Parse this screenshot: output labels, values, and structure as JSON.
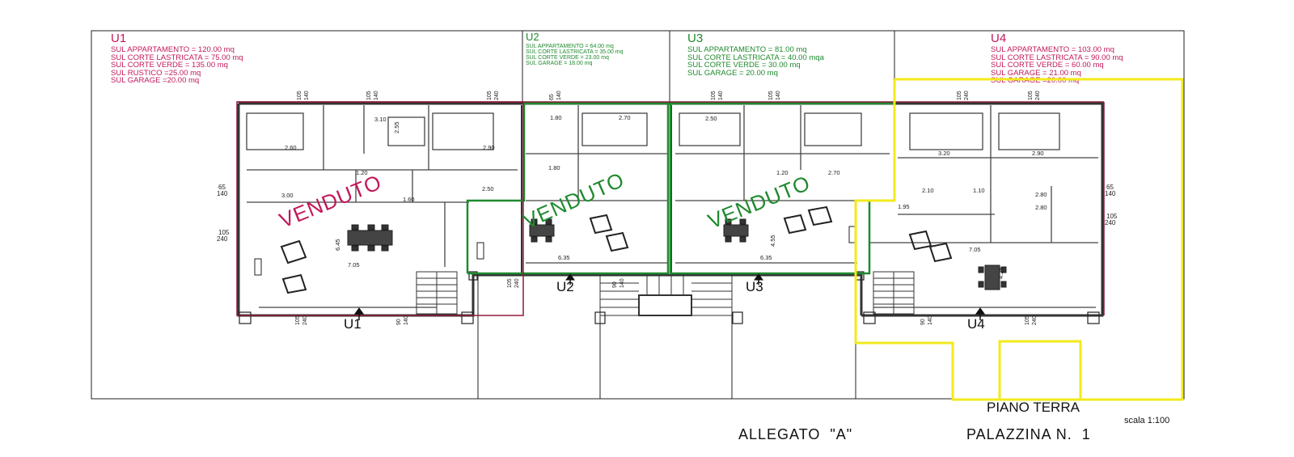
{
  "colors": {
    "sold_red": "#c2185b",
    "sold_green": "#1f8a2e",
    "highlight_yellow": "#f2ea1c",
    "line": "#333333",
    "red_outline": "#8c1d3a",
    "green_outline": "#1f8a2e"
  },
  "units": [
    {
      "id": "U1",
      "color": "#c2185b",
      "lines": [
        "SUL APPARTAMENTO = 120.00 mq",
        "SUL CORTE LASTRICATA = 75.00 mq",
        "SUL CORTE VERDE = 135.00 mq",
        "SUL RUSTICO =25.00 mq",
        "SUL GARAGE =20.00 mq"
      ],
      "sold_label": "VENDUTO",
      "entrance_label": "U1"
    },
    {
      "id": "U2",
      "color": "#1f8a2e",
      "lines": [
        "SUL APPARTAMENTO = 64.00 mq",
        "SUL CORTE LASTRICATA = 35.00 mq",
        "SUL CORTE VERDE = 23.00 mq",
        "SUL GARAGE = 18.00 mq"
      ],
      "sold_label": "VENDUTO",
      "entrance_label": "U2"
    },
    {
      "id": "U3",
      "color": "#1f8a2e",
      "lines": [
        "SUL APPARTAMENTO = 81.00 mq",
        "SUL CORTE LASTRICATA = 40.00 mqa",
        "SUL CORTE VERDE = 30.00 mq",
        "SUL GARAGE = 20.00 mq"
      ],
      "sold_label": "VENDUTO",
      "entrance_label": "U3"
    },
    {
      "id": "U4",
      "color": "#c2185b",
      "lines": [
        "SUL APPARTAMENTO = 103.00 mq",
        "SUL CORTE LASTRICATA = 90.00 mq",
        "SUL CORTE VERDE = 60.00 mq",
        "SUL GARAGE = 21.00 mq",
        "SUL GARAGE =20.00 mq"
      ],
      "entrance_label": "U4"
    }
  ],
  "dimensions": {
    "top_u1": [
      "105",
      "140",
      "105",
      "140",
      "105",
      "240"
    ],
    "top_u2": [
      "65",
      "140"
    ],
    "top_u3": [
      "105",
      "140",
      "105",
      "140"
    ],
    "top_u4": [
      "105",
      "240",
      "105",
      "240"
    ],
    "left_side": [
      "65",
      "140",
      "105",
      "240"
    ],
    "right_side": [
      "65",
      "140",
      "105",
      "240"
    ],
    "bottom_u1": [
      "105",
      "240",
      "90",
      "140"
    ],
    "bottom_mid": [
      "105",
      "240",
      "90",
      "140"
    ],
    "bottom_u4": [
      "90",
      "140",
      "105",
      "240"
    ],
    "interior": [
      "3.10",
      "2.60",
      "2.55",
      "2.90",
      "1.20",
      "3.00",
      "1.60",
      "2.50",
      "6.45",
      "7.05",
      "1.80",
      "2.70",
      "1.80",
      "6.35",
      "2.50",
      "1.20",
      "2.70",
      "6.35",
      "4.55",
      "3.20",
      "2.90",
      "2.10",
      "1.10",
      "2.80",
      "2.80",
      "1.95",
      "7.05",
      "4.25"
    ]
  },
  "footer": {
    "plan_title": "PIANO TERRA",
    "scale": "scala 1:100",
    "attachment": "ALLEGATO  \"A\"",
    "building": "PALAZZINA N.  1"
  }
}
